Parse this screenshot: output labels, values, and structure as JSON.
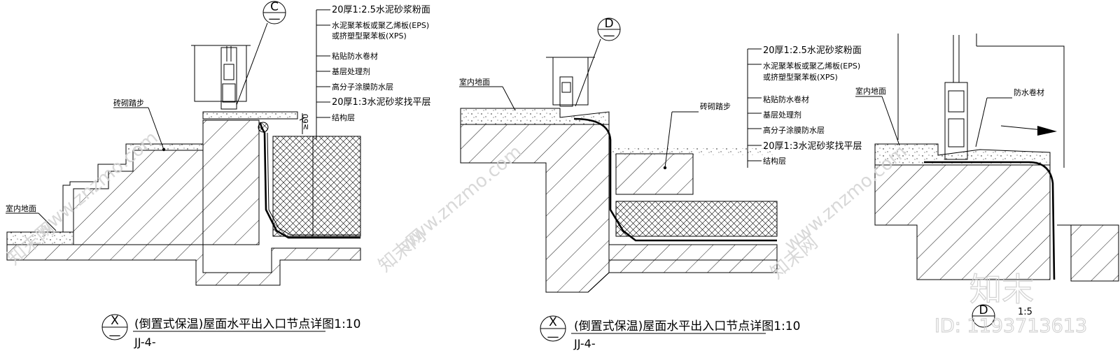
{
  "detail1": {
    "bubble_top": "C",
    "bubble_bottom": "—",
    "labels": [
      "20厚1:2.5水泥砂浆粉面",
      "水泥聚苯板或聚乙烯板(EPS)",
      "或挤塑型聚苯板(XPS)",
      "粘贴防水卷材",
      "基层处理剂",
      "高分子涂膜防水层",
      "20厚1:3水泥砂浆找平层",
      "结构层"
    ],
    "step_label": "砖砌踏步",
    "floor_label": "室内地面",
    "dim": "≥60",
    "title_bubble_top": "X",
    "title_bubble_bottom": "—",
    "title": "(倒置式保温)屋面水平出入口节点详图1:10",
    "code": "JJ-4-"
  },
  "detail2": {
    "bubble_top": "D",
    "bubble_bottom": "—",
    "labels": [
      "20厚1:2.5水泥砂浆粉面",
      "水泥聚苯板或聚乙烯板(EPS)",
      "或挤塑型聚苯板(XPS)",
      "粘贴防水卷材",
      "基层处理剂",
      "高分子涂膜防水层",
      "20厚1:3水泥砂浆找平层",
      "结构层"
    ],
    "step_label": "砖砌踏步",
    "floor_label": "室内地面",
    "title_bubble_top": "X",
    "title_bubble_bottom": "—",
    "title": "(倒置式保温)屋面水平出入口节点详图1:10",
    "code": "JJ-4-"
  },
  "detail3": {
    "floor_label": "室内地面",
    "membrane_label": "防水卷材",
    "bubble_top": "D",
    "bubble_bottom": "1:5"
  },
  "watermark": {
    "site": "www.znzmo.com",
    "brand": "知末网",
    "brand_big": "知末",
    "id": "ID: 1193713613"
  }
}
